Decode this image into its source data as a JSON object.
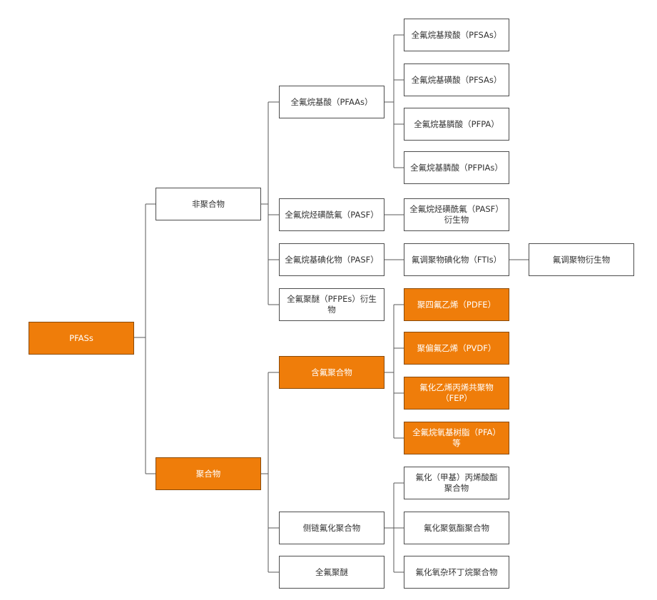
{
  "colors": {
    "highlight": "#ef7d0a",
    "border": "#4d4d4d",
    "line": "#5a5a5a"
  },
  "nodes": {
    "pfass": "PFASs",
    "non_polymer": "非聚合物",
    "polymer": "聚合物",
    "pfaas": "全氟烷基酸（PFAAs）",
    "pasf": "全氟烷烃磺酰氟（PASF）",
    "iodide": "全氟烷基碘化物（PASF）",
    "pfpe_deriv": "全氟聚醚（PFPEs）衍生物",
    "fluoro_polymer": "含氟聚合物",
    "side_chain": "侧链氟化聚合物",
    "pfpe": "全氟聚醚",
    "pfcas": "全氟烷基羧酸（PFSAs）",
    "pfsas": "全氟烷基磺酸（PFSAs）",
    "pfpa": "全氟烷基膦酸（PFPA）",
    "pfpias": "全氟烷基膦酸（PFPIAs）",
    "pasf_deriv": "全氟烷烃磺酰氟（PASF）\n衍生物",
    "ftis": "氟调聚物碘化物（FTIs）",
    "ft_deriv": "氟调聚物衍生物",
    "pdfe": "聚四氟乙烯（PDFE）",
    "pvdf": "聚偏氟乙烯（PVDF）",
    "fep": "氟化乙烯丙烯共聚物\n（FEP）",
    "pfa": "全氟烷氧基树脂（PFA）\n等",
    "acrylate": "氟化（甲基）丙烯酸酯\n聚合物",
    "urethane": "氟化聚氨酯聚合物",
    "oxetane": "氟化氧杂环丁烷聚合物"
  }
}
